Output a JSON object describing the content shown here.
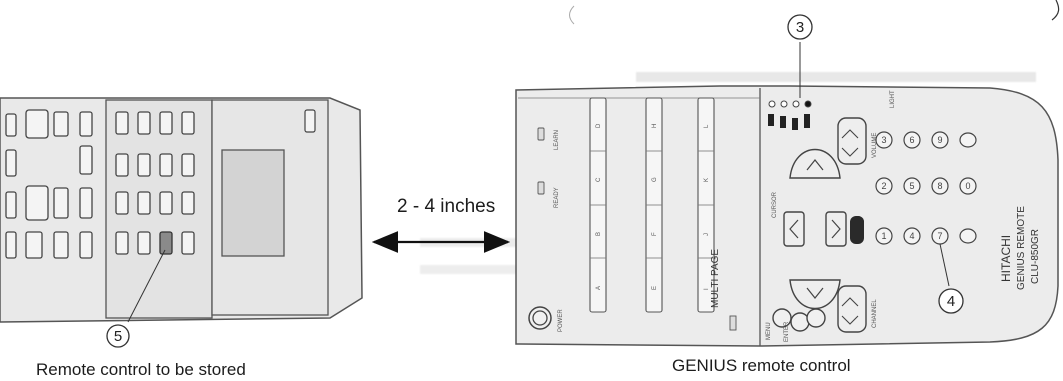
{
  "distance_label": "2 - 4 inches",
  "callouts": {
    "c3": "3",
    "c4": "4",
    "c5": "5"
  },
  "captions": {
    "left": "Remote control to be stored",
    "right": "GENIUS remote control"
  },
  "genius_remote": {
    "brand": "HITACHI",
    "name": "GENIUS REMOTE",
    "model": "CLU-850GR",
    "multi_page": "MULTI PAGE",
    "cursor": "CURSOR",
    "volume": "VOLUME",
    "channel": "CHANNEL",
    "ready": "READY",
    "learn": "LEARN",
    "power": "POWER",
    "menu": "MENU",
    "enter": "ENTER",
    "light": "LIGHT",
    "row1": [
      "3",
      "6",
      "9"
    ],
    "row2": [
      "2",
      "5",
      "8",
      "0"
    ],
    "row3": [
      "1",
      "4",
      "7"
    ],
    "letters": [
      "A",
      "B",
      "C",
      "D",
      "E",
      "F",
      "G",
      "H",
      "I",
      "J",
      "K",
      "L"
    ]
  }
}
